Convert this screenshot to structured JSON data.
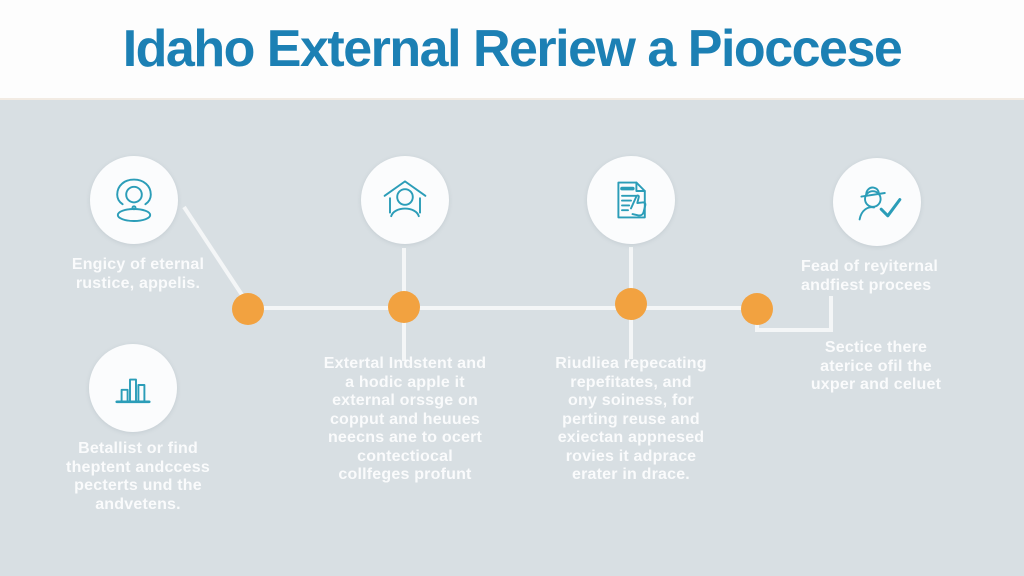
{
  "title": "Idaho External Reriew a Pioccese",
  "palette": {
    "title_blue": "#1c80b4",
    "canvas_gray": "#d8dfe3",
    "header_white": "#fdfdfd",
    "accent_orange": "#f2a240",
    "icon_teal": "#2b9db8",
    "connector_white": "#f4f6f7",
    "caption_white": "#ffffff"
  },
  "steps": [
    {
      "name": "step-1",
      "icon": "user-icon",
      "caption": "Engicy of eternal\nrustice, appelis."
    },
    {
      "name": "step-2",
      "icon": "institution-person-icon",
      "caption": "Extertal Indstent and\na hodic apple it\nexternal orssge on\ncopput and heuues\nneecns ane to ocert\ncontectiocal\ncollfeges profunt"
    },
    {
      "name": "step-3",
      "icon": "document-hand-icon",
      "caption": "Riudliea repecating\nrepefitates, and\nony soiness, for\nperting reuse and\nexiectan appnesed\nrovies it adprace\nerater in drace."
    },
    {
      "name": "step-4",
      "icon": "worker-check-icon",
      "caption": "Fead of reyiternal\nandfiest procees",
      "caption_secondary": "Sectice there\naterice ofil the\nuxper and celuet"
    },
    {
      "name": "stat-note",
      "icon": "bar-chart-icon",
      "caption": "Betallist or find\ntheptent andccess\npecterts und the\nandvetens."
    }
  ]
}
